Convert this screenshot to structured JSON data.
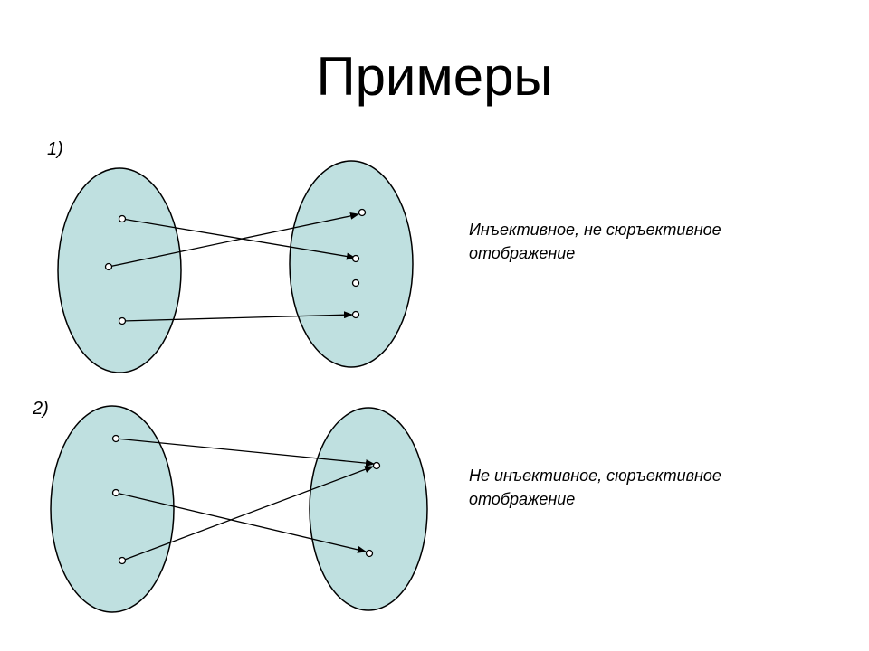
{
  "slide": {
    "title": "Примеры"
  },
  "examples": [
    {
      "number": "1)",
      "caption_line1": "Инъективное, не сюръективное",
      "caption_line2": "отображение"
    },
    {
      "number": "2)",
      "caption_line1": "Не инъективное, сюръективное",
      "caption_line2": "отображение"
    }
  ],
  "colors": {
    "set_fill": "#bfe0e0",
    "stroke": "#000000"
  }
}
